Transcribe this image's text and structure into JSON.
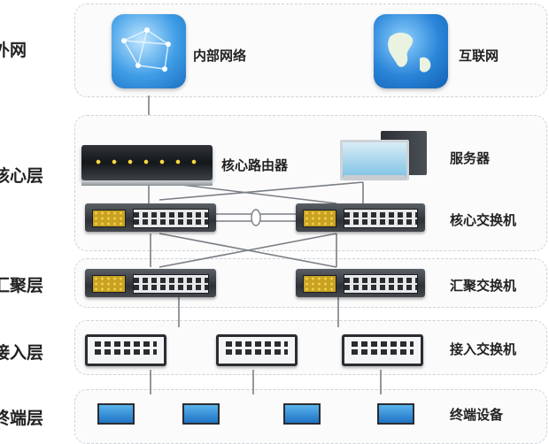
{
  "layers": {
    "external": "外网",
    "core": "核心层",
    "aggregation": "汇聚层",
    "access": "接入层",
    "terminal": "终端层"
  },
  "devices": {
    "internal_network": "内部网络",
    "internet": "互联网",
    "core_router": "核心路由器",
    "server": "服务器",
    "core_switch": "核心交换机",
    "aggregation_switch": "汇聚交换机",
    "access_switch": "接入交换机",
    "terminal_device": "终端设备"
  },
  "icons": {
    "internal_network": "network-globe-icon",
    "internet": "world-map-globe-icon",
    "core_router": "router-icon",
    "server": "server-computer-icon",
    "switch": "switch-icon",
    "terminal": "desktop-computer-icon"
  },
  "colors": {
    "panel_border": "#cfd3d8",
    "panel_fill": "#fbfbfb",
    "link_line": "#7a7f85"
  }
}
